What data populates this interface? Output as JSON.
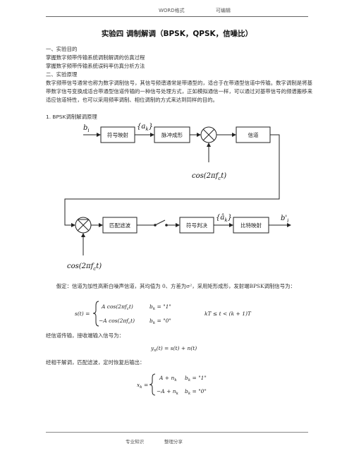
{
  "header": {
    "left": "WORD格式",
    "right": "可编辑"
  },
  "title": "实验四 调制解调（BPSK，QPSK，信噪比）",
  "sections": {
    "s1": "一、实验目的",
    "aim1": "掌握数字频带传输系统调制解调的仿真过程",
    "aim2": "掌握数字频带传输系统误码率仿真分析方法",
    "s2": "二、实验原理",
    "principle": "数字频带信号通常也称为数字调制信号，其信号频谱通常是带通型的，适合于在带通型信道中传输。数字调制是将基带数字信号变换成适合带通型信道传输的一种信号处理方式，正如模拟通信一样，可以通过对基带信号的频谱搬移来适应信道特性，也可以采用频率调制、相位调制的方式来达到同样的目的。",
    "bpsk": "1. BPSK调制解调原理"
  },
  "diagram": {
    "input": "b",
    "input_sub": "i",
    "symbol_map": "符号映射",
    "ak": "{a",
    "ak_sub": "k",
    "ak_close": "}",
    "pulse": "脉冲成形",
    "channel": "信道",
    "carrier1": "cos(2πf",
    "carrier1_sub": "c",
    "carrier1_end": "t)",
    "matched": "匹配滤波",
    "decision": "符号判决",
    "ahat": "{â",
    "ahat_sub": "k",
    "ahat_close": "}",
    "bit_map": "比特映射",
    "output": "b'",
    "output_sub": "i",
    "carrier2": "cos(2πf",
    "carrier2_sub": "c",
    "carrier2_end": "t)"
  },
  "body": {
    "assume": "假定：信道为加性高斯白噪声信道，其均值为 0、方差为σ²，采用矩形成形，发射端BPSK调制信号为：",
    "after_channel": "经信道传输，接收端输入信号为：",
    "after_coherent": "经相干解调，匹配滤波，定时恢复后输出："
  },
  "equations": {
    "s_lhs": "s(t) =",
    "s_row1": "A cos(2πf",
    "s_row1_sub": "c",
    "s_row1_end": "t)",
    "s_cond1": "b",
    "s_cond1_sub": "k",
    "s_cond1_end": " = \"1\"",
    "s_row2": "−A cos(2πf",
    "s_row2_sub": "c",
    "s_row2_end": "t)",
    "s_cond2": "b",
    "s_cond2_sub": "k",
    "s_cond2_end": " = \"0\"",
    "s_range": "kT ≤ t < (k + 1)T",
    "y_eq": "y",
    "y_sub": "n",
    "y_rest": "(t) = s(t) + n(t)",
    "x_lhs": "x",
    "x_lhs_sub": "k",
    "x_lhs_end": " =",
    "x_row1": "A + n",
    "x_row1_sub": "k",
    "x_cond1": "b",
    "x_cond1_sub": "k",
    "x_cond1_end": " = \"1\"",
    "x_row2": "−A + n",
    "x_row2_sub": "k",
    "x_cond2": "b",
    "x_cond2_sub": "k",
    "x_cond2_end": " = \"0\""
  },
  "footer": {
    "left": "专业知识",
    "right": "整理分享"
  }
}
